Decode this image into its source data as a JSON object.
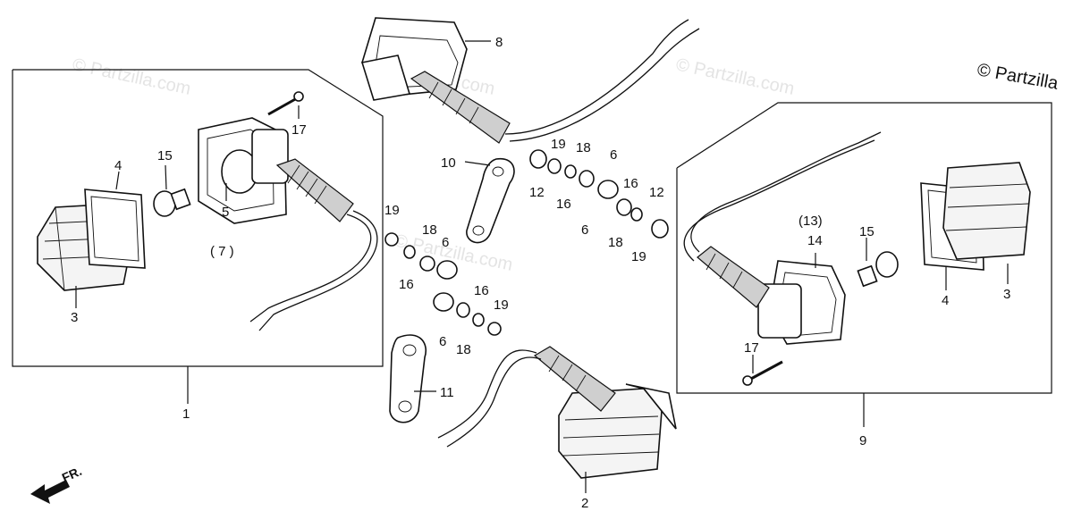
{
  "watermarks": [
    "© Partzilla.com",
    "© Partzilla.com",
    "© Partzilla.com",
    "© Partzilla.com"
  ],
  "copyright": "© Partzilla",
  "front_label": "FR.",
  "callouts": {
    "c1": "1",
    "c2": "2",
    "c3a": "3",
    "c3b": "3",
    "c4a": "4",
    "c4b": "4",
    "c5": "5",
    "c7": "( 7 )",
    "c6a": "6",
    "c6b": "6",
    "c6c": "6",
    "c6d": "6",
    "c8": "8",
    "c9": "9",
    "c10": "10",
    "c11": "11",
    "c12a": "12",
    "c12b": "12",
    "c13": "(13)",
    "c14": "14",
    "c15a": "15",
    "c15b": "15",
    "c16a": "16",
    "c16b": "16",
    "c16c": "16",
    "c16d": "16",
    "c17a": "17",
    "c17b": "17",
    "c18a": "18",
    "c18b": "18",
    "c18c": "18",
    "c18d": "18",
    "c19a": "19",
    "c19b": "19",
    "c19c": "19",
    "c19d": "19"
  }
}
